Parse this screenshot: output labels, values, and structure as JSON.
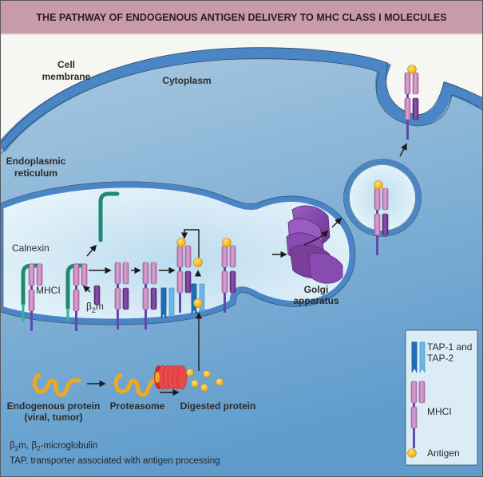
{
  "title": "THE PATHWAY OF ENDOGENOUS ANTIGEN DELIVERY TO MHC CLASS I MOLECULES",
  "labels": {
    "cell_membrane_line1": "Cell",
    "cell_membrane_line2": "membrane",
    "cytoplasm": "Cytoplasm",
    "er_line1": "Endoplasmic",
    "er_line2": "reticulum",
    "calnexin": "Calnexin",
    "mhci": "MHCI",
    "b2m_beta": "β",
    "b2m_sub": "2",
    "b2m_m": "m",
    "golgi_line1": "Golgi",
    "golgi_line2": "apparatus",
    "endogenous_protein_line1": "Endogenous protein",
    "endogenous_protein_line2": "(viral, tumor)",
    "proteasome": "Proteasome",
    "digested_protein": "Digested protein"
  },
  "footnotes": {
    "b2m_beta": "β",
    "b2m_sub": "2",
    "b2m_text1": "m, ",
    "b2m_beta2": "β",
    "b2m_sub2": "2",
    "b2m_text2": "-microglobulin",
    "tap": "TAP, transporter associated with antigen processing"
  },
  "legend": {
    "items": [
      {
        "icon": "tap-transporter-icon",
        "label_line1": "TAP-1 and",
        "label_line2": "TAP-2"
      },
      {
        "icon": "mhc-class-i-icon",
        "label_line1": "MHCI"
      },
      {
        "icon": "antigen-icon",
        "label_line1": "Antigen"
      }
    ]
  },
  "colors": {
    "title_bg": "#c99aab",
    "cytoplasm": "#8fb6d6",
    "membrane": "#4a86c6",
    "er_lumen": "#d4eaf6",
    "mhc_pink": "#cc8cc4",
    "b2m_purple": "#7a3f9a",
    "tail_purple": "#5b4bab",
    "calnexin": "#1d8a72",
    "tap_dark": "#1e6fb8",
    "tap_light": "#6db6e6",
    "antigen": "#f6c22e",
    "proteasome": "#e84a4a",
    "protein": "#f0a81e",
    "golgi": "#8a4bb0"
  }
}
